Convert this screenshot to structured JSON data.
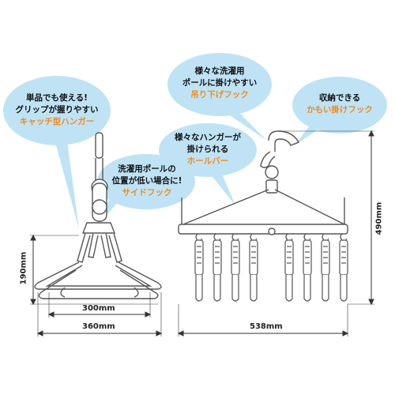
{
  "colors": {
    "bubble": "#bfe3f5",
    "highlight": "#f08a1c",
    "line": "#555555",
    "text": "#111111"
  },
  "callouts": {
    "catch_hanger": {
      "line1": "単品でも使える!",
      "line2": "グリップが握りやすい",
      "line3": "キャッチ型ハンガー"
    },
    "side_hook": {
      "line1": "洗濯用ポールの",
      "line2": "位置が低い場合に!",
      "line3": "サイドフック"
    },
    "hanging_hook": {
      "line1": "様々な洗濯用",
      "line2": "ポールに掛けやすい",
      "line3": "吊り下げフック"
    },
    "hole_bar": {
      "line1": "様々なハンガーが",
      "line2": "掛けられる",
      "line3": "ホールバー"
    },
    "storage_hook": {
      "line1": "収納できる",
      "line2": "かもい掛けフック"
    }
  },
  "dimensions": {
    "height_small": "190mm",
    "width_inner": "300mm",
    "width_outer": "360mm",
    "width_main": "538mm",
    "height_main": "490mm"
  }
}
